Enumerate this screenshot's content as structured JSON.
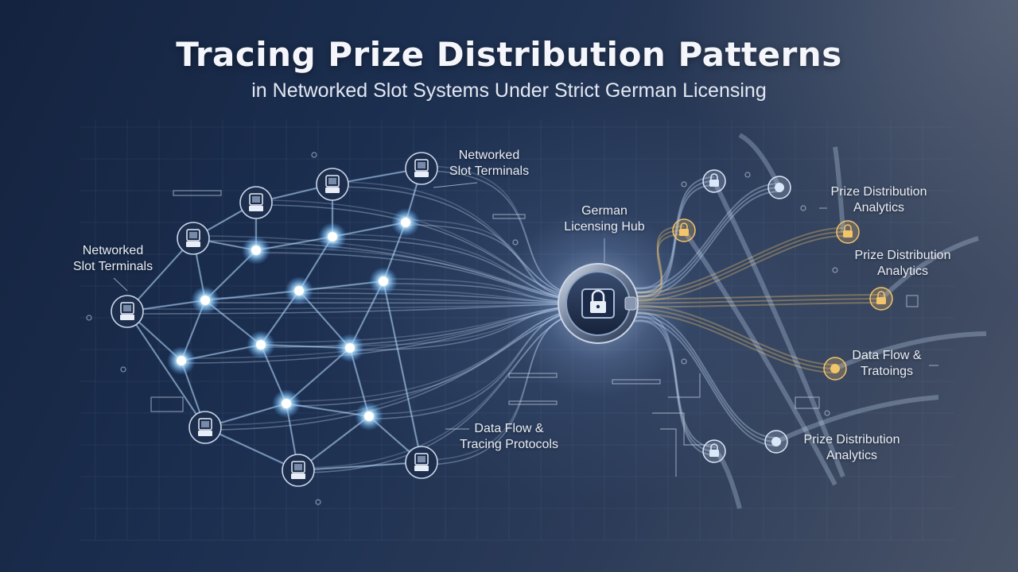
{
  "header": {
    "title": "Tracing Prize Distribution Patterns",
    "subtitle": "in Networked Slot Systems Under Strict German Licensing"
  },
  "labels": {
    "terminals_top": [
      "Networked",
      "Slot Terminals"
    ],
    "terminals_left": [
      "Networked",
      "Slot Terminals"
    ],
    "data_flow_left": [
      "Data Flow &",
      "Tracing Protocols"
    ],
    "hub": [
      "German",
      "Licensing Hub"
    ],
    "analytics_1": [
      "Prize Distribution",
      "Analytics"
    ],
    "analytics_2": [
      "Prize Distribution",
      "Analytics"
    ],
    "data_flow_right": [
      "Data Flow &",
      "Tratoings"
    ],
    "analytics_3": [
      "Prize Distribution",
      "Analytics"
    ]
  },
  "icons": {
    "hub": "padlock-vault-icon",
    "terminal": "slot-terminal-icon",
    "output": "padlock-icon"
  },
  "colors": {
    "node_glow": "#7fd0ff",
    "flow_cool": "#cfe6ff",
    "flow_warm": "#f2c46b",
    "hub_ring": "#8aa0c0"
  }
}
